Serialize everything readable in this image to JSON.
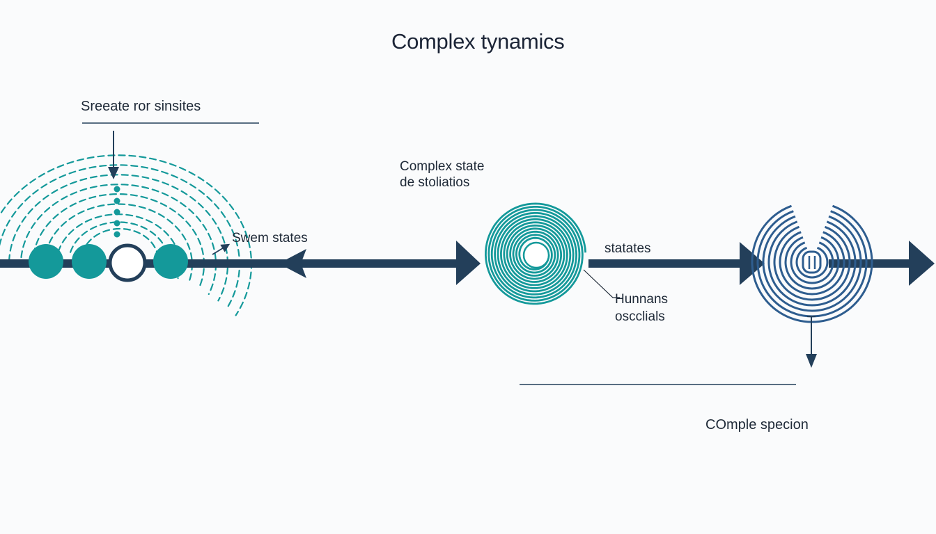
{
  "title": "Complex tynamics",
  "labels": {
    "top_left": "Sreeate ror sinsites",
    "swem_states": "Swem states",
    "complex_state_line1": "Complex state",
    "complex_state_line2": "de stoliatios",
    "statates": "statates",
    "hunnans_line1": "Hunnans",
    "hunnans_line2": "oscclials",
    "bottom_right": "COmple specion"
  },
  "colors": {
    "background": "#fafbfc",
    "navy": "#233f5a",
    "teal": "#14999a",
    "spiral_blue": "#2e5d8f",
    "text": "#1f2a38"
  }
}
